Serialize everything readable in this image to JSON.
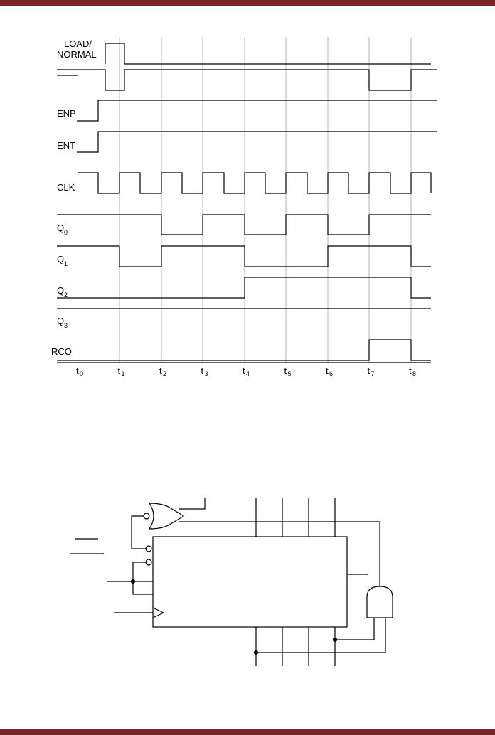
{
  "colors": {
    "frame_bar": "#7a2525",
    "grid": "#b4b4b4",
    "ink": "#000000"
  },
  "timing": {
    "labels": {
      "load_line1": "LOAD/",
      "load_line2": "NORMAL",
      "enp": "ENP",
      "ent": "ENT",
      "clk": "CLK",
      "q0": "Q",
      "q0_sub": "0",
      "q1": "Q",
      "q1_sub": "1",
      "q2": "Q",
      "q2_sub": "2",
      "q3": "Q",
      "q3_sub": "3",
      "rco": "RCO"
    },
    "time_ticks": [
      {
        "t": "t",
        "sub": "0"
      },
      {
        "t": "t",
        "sub": "1"
      },
      {
        "t": "t",
        "sub": "2"
      },
      {
        "t": "t",
        "sub": "3"
      },
      {
        "t": "t",
        "sub": "4"
      },
      {
        "t": "t",
        "sub": "5"
      },
      {
        "t": "t",
        "sub": "6"
      },
      {
        "t": "t",
        "sub": "7"
      },
      {
        "t": "t",
        "sub": "8"
      }
    ]
  }
}
